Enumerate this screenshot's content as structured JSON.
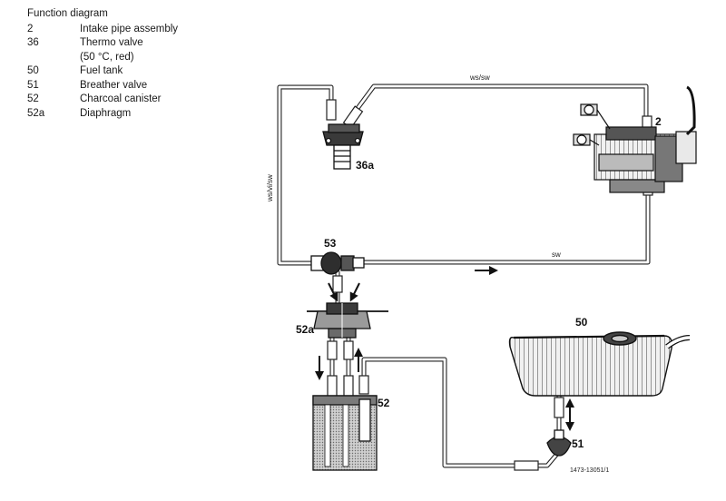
{
  "legend": {
    "title": "Function diagram",
    "items": [
      {
        "num": "2",
        "text": "Intake pipe assembly"
      },
      {
        "num": "36",
        "text": "Thermo valve"
      },
      {
        "num": "",
        "text": "(50 °C, red)"
      },
      {
        "num": "50",
        "text": "Fuel tank"
      },
      {
        "num": "51",
        "text": "Breather valve"
      },
      {
        "num": "52",
        "text": "Charcoal canister"
      },
      {
        "num": "52a",
        "text": "Diaphragm"
      }
    ]
  },
  "diagram": {
    "labels": {
      "intake": "2",
      "thermo": "36a",
      "valve53": "53",
      "diaphragm": "52a",
      "canister": "52",
      "tank": "50",
      "breather": "51"
    },
    "wires": {
      "top": "ws/sw",
      "left": "ws/vi/sw",
      "right": "sw"
    },
    "ref": "1473-13051/1"
  }
}
